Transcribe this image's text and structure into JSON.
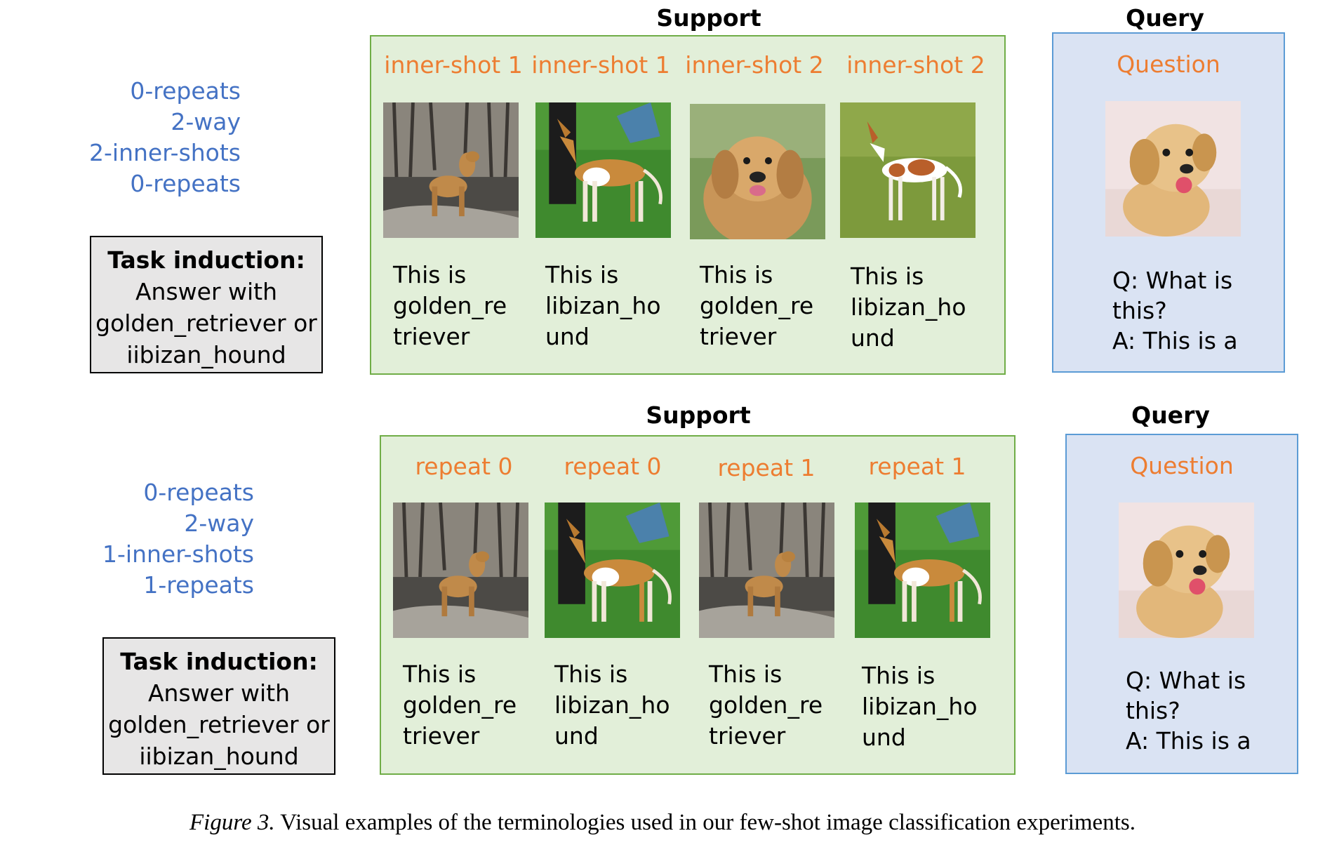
{
  "top": {
    "support_title": "Support",
    "query_title": "Query",
    "params": [
      "0-repeats",
      "2-way",
      "2-inner-shots",
      "0-repeats"
    ],
    "task": {
      "head": "Task induction:",
      "lines": [
        "Answer with",
        "golden_retriever or",
        "iibizan_hound"
      ]
    },
    "shots": [
      {
        "label": "inner-shot 1",
        "dog": "golden-retriever-by-river",
        "text": [
          "This is",
          "golden_re",
          "triever"
        ]
      },
      {
        "label": "inner-shot 1",
        "dog": "ibizan-hound-on-grass",
        "text": [
          "This is",
          "libizan_ho",
          "und"
        ]
      },
      {
        "label": "inner-shot 2",
        "dog": "golden-retriever-portrait",
        "text": [
          "This is",
          "golden_re",
          "triever"
        ]
      },
      {
        "label": "inner-shot 2",
        "dog": "ibizan-hound-field",
        "text": [
          "This is",
          "libizan_ho",
          "und"
        ]
      }
    ],
    "query": {
      "label": "Question",
      "dog": "golden-retriever-puppy",
      "lines": [
        "Q: What is",
        "this?",
        "A: This is a"
      ]
    }
  },
  "bottom": {
    "support_title": "Support",
    "query_title": "Query",
    "params": [
      "0-repeats",
      "2-way",
      "1-inner-shots",
      "1-repeats"
    ],
    "task": {
      "head": "Task induction:",
      "lines": [
        "Answer with",
        "golden_retriever or",
        "iibizan_hound"
      ]
    },
    "shots": [
      {
        "label": "repeat 0",
        "dog": "golden-retriever-by-river",
        "text": [
          "This is",
          "golden_re",
          "triever"
        ]
      },
      {
        "label": "repeat 0",
        "dog": "ibizan-hound-on-grass",
        "text": [
          "This is",
          "libizan_ho",
          "und"
        ]
      },
      {
        "label": "repeat 1",
        "dog": "golden-retriever-by-river",
        "text": [
          "This is",
          "golden_re",
          "triever"
        ]
      },
      {
        "label": "repeat 1",
        "dog": "ibizan-hound-on-grass",
        "text": [
          "This is",
          "libizan_ho",
          "und"
        ]
      }
    ],
    "query": {
      "label": "Question",
      "dog": "golden-retriever-puppy",
      "lines": [
        "Q: What is",
        "this?",
        "A: This is a"
      ]
    }
  },
  "caption": {
    "prefix": "Figure 3.",
    "text": "Visual examples of the terminologies used in our few-shot image classification experiments."
  },
  "colors": {
    "param_blue": "#4472c4",
    "label_orange": "#ed7d31",
    "support_fill": "#e2efd9",
    "support_border": "#70ad47",
    "query_fill": "#dae3f3",
    "query_border": "#5b9bd5",
    "task_fill": "#e7e6e6"
  }
}
